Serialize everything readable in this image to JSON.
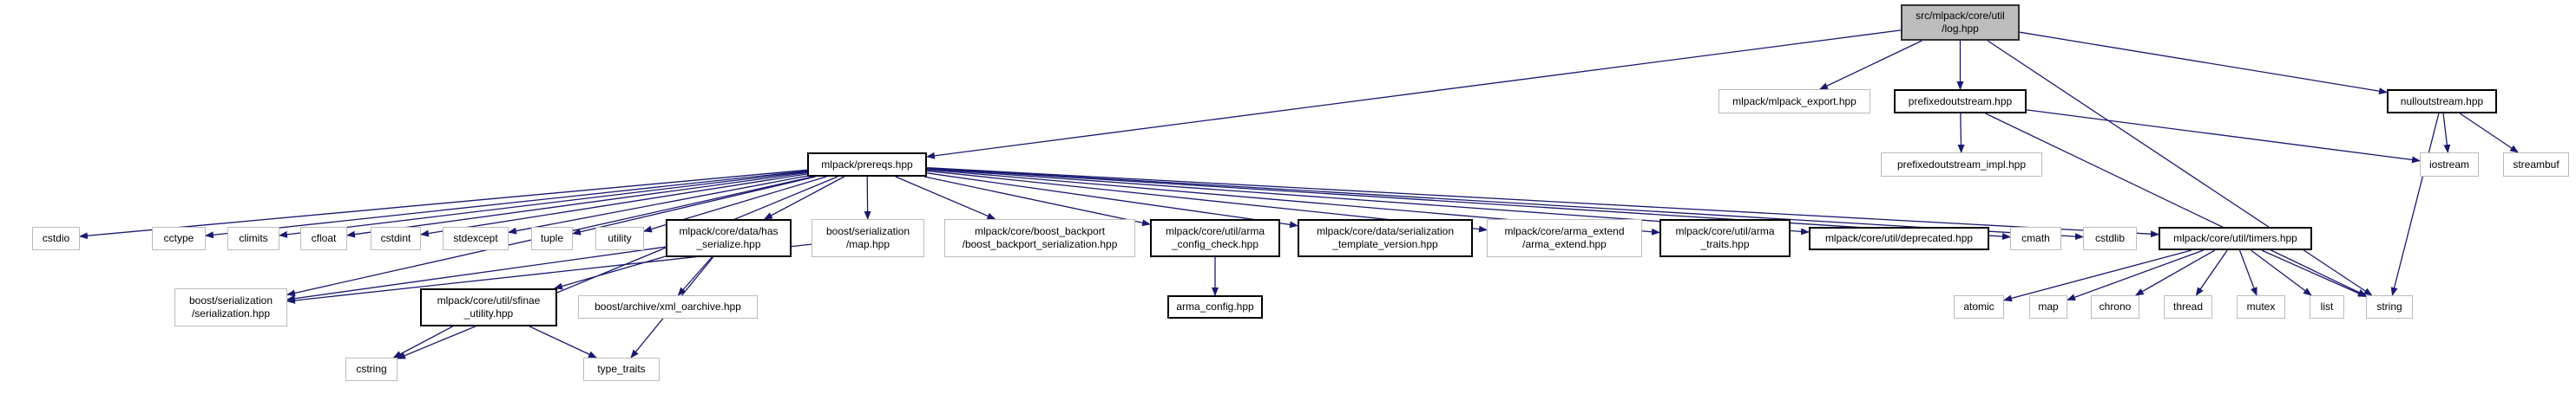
{
  "graph": {
    "title": "src/mlpack/core/util/log.hpp include dependency graph",
    "meta": {
      "edge_color": "#191970",
      "node_fill": "#ffffff",
      "root_fill": "#bdbdbd",
      "documented_border": "#000000",
      "plain_border": "#bbbbbb"
    },
    "nodes": [
      {
        "id": "log",
        "label": "src/mlpack/core/util\n/log.hpp",
        "style": "root"
      },
      {
        "id": "mlpack_export",
        "label": "mlpack/mlpack_export.hpp",
        "style": "plain"
      },
      {
        "id": "prefixedoutstream",
        "label": "prefixedoutstream.hpp",
        "style": "doc"
      },
      {
        "id": "nulloutstream",
        "label": "nulloutstream.hpp",
        "style": "doc"
      },
      {
        "id": "prereqs",
        "label": "mlpack/prereqs.hpp",
        "style": "doc"
      },
      {
        "id": "prefixedoutstream_impl",
        "label": "prefixedoutstream_impl.hpp",
        "style": "plain"
      },
      {
        "id": "iostream",
        "label": "iostream",
        "style": "plain"
      },
      {
        "id": "streambuf",
        "label": "streambuf",
        "style": "plain"
      },
      {
        "id": "cstdio",
        "label": "cstdio",
        "style": "plain"
      },
      {
        "id": "cctype",
        "label": "cctype",
        "style": "plain"
      },
      {
        "id": "climits",
        "label": "climits",
        "style": "plain"
      },
      {
        "id": "cfloat",
        "label": "cfloat",
        "style": "plain"
      },
      {
        "id": "cstdint",
        "label": "cstdint",
        "style": "plain"
      },
      {
        "id": "stdexcept",
        "label": "stdexcept",
        "style": "plain"
      },
      {
        "id": "tuple",
        "label": "tuple",
        "style": "plain"
      },
      {
        "id": "utility",
        "label": "utility",
        "style": "plain"
      },
      {
        "id": "has_serialize",
        "label": "mlpack/core/data/has\n_serialize.hpp",
        "style": "doc"
      },
      {
        "id": "map_hpp",
        "label": "boost/serialization\n/map.hpp",
        "style": "plain"
      },
      {
        "id": "boost_backport",
        "label": "mlpack/core/boost_backport\n/boost_backport_serialization.hpp",
        "style": "plain"
      },
      {
        "id": "arma_config_check",
        "label": "mlpack/core/util/arma\n_config_check.hpp",
        "style": "doc"
      },
      {
        "id": "ser_tmpl_ver",
        "label": "mlpack/core/data/serialization\n_template_version.hpp",
        "style": "doc"
      },
      {
        "id": "arma_extend",
        "label": "mlpack/core/arma_extend\n/arma_extend.hpp",
        "style": "plain"
      },
      {
        "id": "arma_traits",
        "label": "mlpack/core/util/arma\n_traits.hpp",
        "style": "doc"
      },
      {
        "id": "deprecated",
        "label": "mlpack/core/util/deprecated.hpp",
        "style": "doc"
      },
      {
        "id": "cmath",
        "label": "cmath",
        "style": "plain"
      },
      {
        "id": "cstdlib",
        "label": "cstdlib",
        "style": "plain"
      },
      {
        "id": "timers",
        "label": "mlpack/core/util/timers.hpp",
        "style": "doc"
      },
      {
        "id": "serialization_hpp",
        "label": "boost/serialization\n/serialization.hpp",
        "style": "plain"
      },
      {
        "id": "sfinae",
        "label": "mlpack/core/util/sfinae\n_utility.hpp",
        "style": "doc"
      },
      {
        "id": "xml_oarchive",
        "label": "boost/archive/xml_oarchive.hpp",
        "style": "plain"
      },
      {
        "id": "arma_config",
        "label": "arma_config.hpp",
        "style": "doc"
      },
      {
        "id": "atomic",
        "label": "atomic",
        "style": "plain"
      },
      {
        "id": "map",
        "label": "map",
        "style": "plain"
      },
      {
        "id": "chrono",
        "label": "chrono",
        "style": "plain"
      },
      {
        "id": "thread",
        "label": "thread",
        "style": "plain"
      },
      {
        "id": "mutex",
        "label": "mutex",
        "style": "plain"
      },
      {
        "id": "list",
        "label": "list",
        "style": "plain"
      },
      {
        "id": "string",
        "label": "string",
        "style": "plain"
      },
      {
        "id": "cstring",
        "label": "cstring",
        "style": "plain"
      },
      {
        "id": "type_traits",
        "label": "type_traits",
        "style": "plain"
      }
    ],
    "edges": [
      [
        "log",
        "mlpack_export"
      ],
      [
        "log",
        "prefixedoutstream"
      ],
      [
        "log",
        "nulloutstream"
      ],
      [
        "log",
        "prereqs"
      ],
      [
        "log",
        "string"
      ],
      [
        "prefixedoutstream",
        "prefixedoutstream_impl"
      ],
      [
        "prefixedoutstream",
        "iostream"
      ],
      [
        "prefixedoutstream",
        "string"
      ],
      [
        "nulloutstream",
        "iostream"
      ],
      [
        "nulloutstream",
        "streambuf"
      ],
      [
        "nulloutstream",
        "string"
      ],
      [
        "prereqs",
        "cstdio"
      ],
      [
        "prereqs",
        "cctype"
      ],
      [
        "prereqs",
        "climits"
      ],
      [
        "prereqs",
        "cfloat"
      ],
      [
        "prereqs",
        "cstdint"
      ],
      [
        "prereqs",
        "stdexcept"
      ],
      [
        "prereqs",
        "tuple"
      ],
      [
        "prereqs",
        "utility"
      ],
      [
        "prereqs",
        "has_serialize"
      ],
      [
        "prereqs",
        "map_hpp"
      ],
      [
        "prereqs",
        "boost_backport"
      ],
      [
        "prereqs",
        "arma_config_check"
      ],
      [
        "prereqs",
        "ser_tmpl_ver"
      ],
      [
        "prereqs",
        "arma_extend"
      ],
      [
        "prereqs",
        "arma_traits"
      ],
      [
        "prereqs",
        "deprecated"
      ],
      [
        "prereqs",
        "cmath"
      ],
      [
        "prereqs",
        "cstdlib"
      ],
      [
        "prereqs",
        "timers"
      ],
      [
        "prereqs",
        "serialization_hpp"
      ],
      [
        "prereqs",
        "cstring"
      ],
      [
        "has_serialize",
        "serialization_hpp"
      ],
      [
        "has_serialize",
        "sfinae"
      ],
      [
        "has_serialize",
        "xml_oarchive"
      ],
      [
        "has_serialize",
        "type_traits"
      ],
      [
        "map_hpp",
        "serialization_hpp"
      ],
      [
        "arma_config_check",
        "arma_config"
      ],
      [
        "sfinae",
        "cstring"
      ],
      [
        "sfinae",
        "type_traits"
      ],
      [
        "timers",
        "atomic"
      ],
      [
        "timers",
        "map"
      ],
      [
        "timers",
        "chrono"
      ],
      [
        "timers",
        "thread"
      ],
      [
        "timers",
        "mutex"
      ],
      [
        "timers",
        "list"
      ],
      [
        "timers",
        "string"
      ]
    ]
  }
}
